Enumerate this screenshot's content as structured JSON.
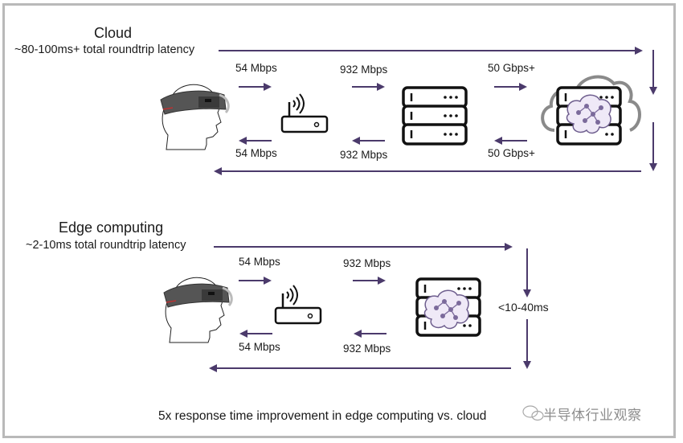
{
  "colors": {
    "arrow": "#4b3a6b",
    "icon_stroke": "#111111",
    "cloud_gray": "#8a8a8a",
    "brain_purple": "#7b6a9b",
    "border": "#b9b9b9"
  },
  "cloud_section": {
    "title": "Cloud",
    "latency": "~80-100ms+ total roundtrip latency",
    "links": [
      {
        "up": "54 Mbps",
        "down": "54 Mbps"
      },
      {
        "up": "932 Mbps",
        "down": "932 Mbps"
      },
      {
        "up": "50 Gbps+",
        "down": "50 Gbps+"
      }
    ],
    "nodes": [
      "headset-user-icon",
      "wifi-router-icon",
      "server-rack-icon",
      "cloud-ai-server-icon"
    ]
  },
  "edge_section": {
    "title": "Edge computing",
    "latency": "~2-10ms total roundtrip latency",
    "links": [
      {
        "up": "54 Mbps",
        "down": "54 Mbps"
      },
      {
        "up": "932 Mbps",
        "down": "932 Mbps"
      }
    ],
    "processing_time": "<10-40ms",
    "nodes": [
      "headset-user-icon",
      "wifi-router-icon",
      "edge-ai-server-icon"
    ]
  },
  "footer": {
    "caption": "5x response time improvement in edge computing vs. cloud"
  },
  "watermark": {
    "text": "半导体行业观察"
  }
}
